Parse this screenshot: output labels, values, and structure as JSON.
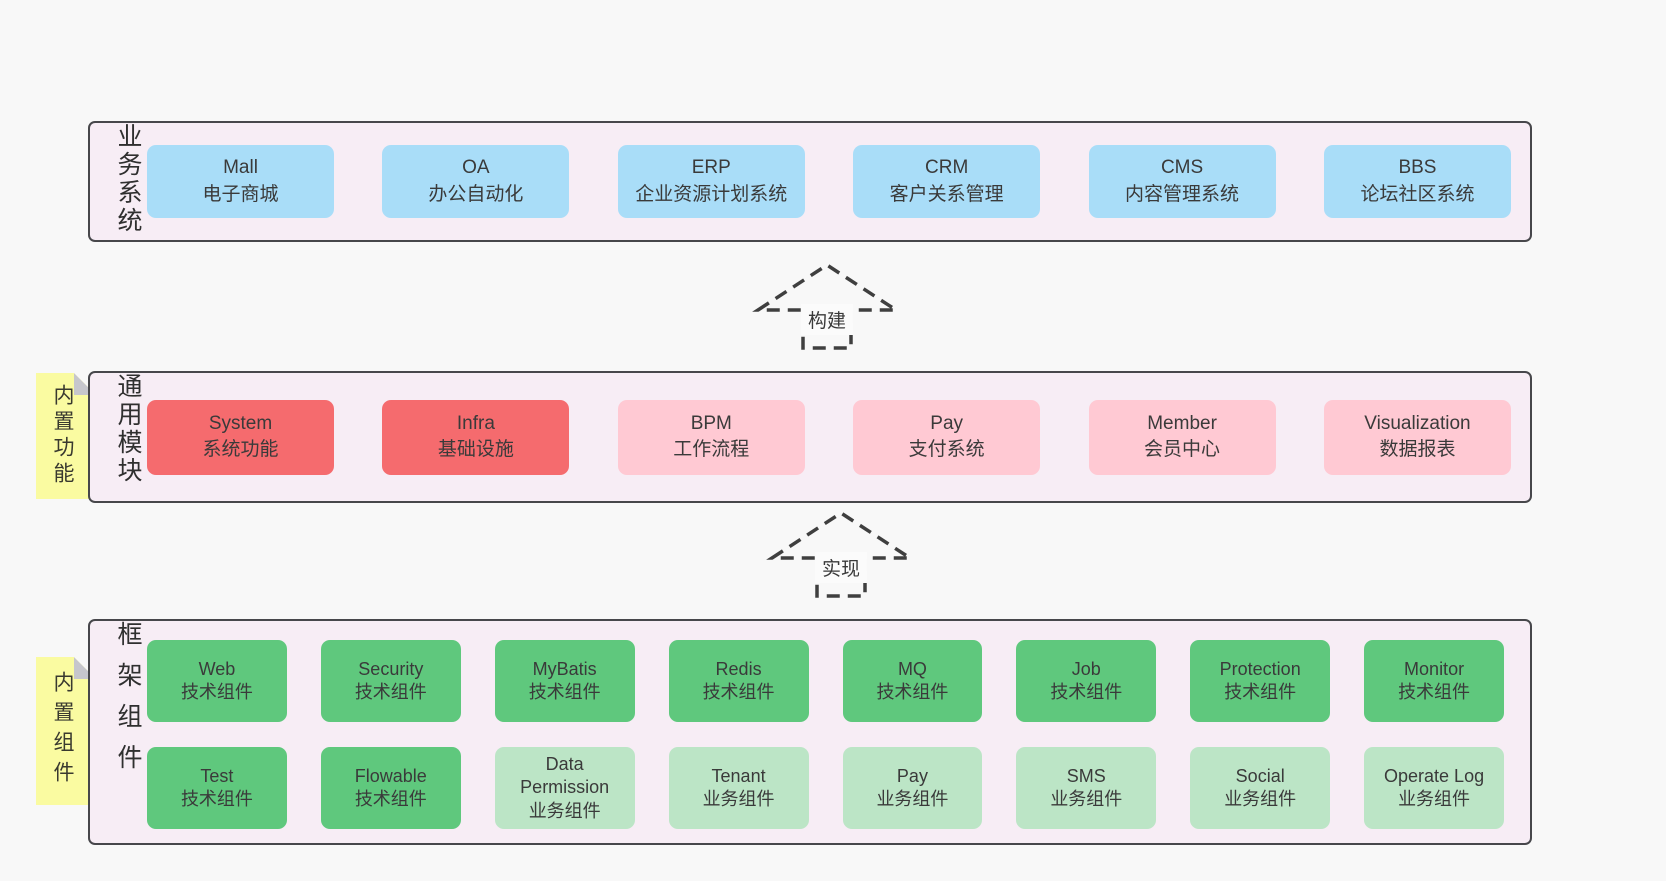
{
  "colors": {
    "page_bg": "#f8f8f8",
    "panel_bg": "#f7edf5",
    "panel_border": "#47474b",
    "tab_bg": "#fafba1",
    "blue": "#a9ddf8",
    "red": "#f56b6e",
    "pink": "#ffc9d3",
    "green": "#5fc87d",
    "lightgreen": "#bce5c6"
  },
  "sections": {
    "business": {
      "label": "业务系统",
      "boxes": [
        {
          "name": "Mall",
          "desc": "电子商城",
          "variant": "blue"
        },
        {
          "name": "OA",
          "desc": "办公自动化",
          "variant": "blue"
        },
        {
          "name": "ERP",
          "desc": "企业资源计划系统",
          "variant": "blue"
        },
        {
          "name": "CRM",
          "desc": "客户关系管理",
          "variant": "blue"
        },
        {
          "name": "CMS",
          "desc": "内容管理系统",
          "variant": "blue"
        },
        {
          "name": "BBS",
          "desc": "论坛社区系统",
          "variant": "blue"
        }
      ]
    },
    "common": {
      "label": "通用模块",
      "tab": "内置功能",
      "boxes": [
        {
          "name": "System",
          "desc": "系统功能",
          "variant": "red"
        },
        {
          "name": "Infra",
          "desc": "基础设施",
          "variant": "red"
        },
        {
          "name": "BPM",
          "desc": "工作流程",
          "variant": "pink"
        },
        {
          "name": "Pay",
          "desc": "支付系统",
          "variant": "pink"
        },
        {
          "name": "Member",
          "desc": "会员中心",
          "variant": "pink"
        },
        {
          "name": "Visualization",
          "desc": "数据报表",
          "variant": "pink"
        }
      ]
    },
    "framework": {
      "label": "框架组件",
      "tab": "内置组件",
      "row1": [
        {
          "name": "Web",
          "desc": "技术组件",
          "variant": "green"
        },
        {
          "name": "Security",
          "desc": "技术组件",
          "variant": "green"
        },
        {
          "name": "MyBatis",
          "desc": "技术组件",
          "variant": "green"
        },
        {
          "name": "Redis",
          "desc": "技术组件",
          "variant": "green"
        },
        {
          "name": "MQ",
          "desc": "技术组件",
          "variant": "green"
        },
        {
          "name": "Job",
          "desc": "技术组件",
          "variant": "green"
        },
        {
          "name": "Protection",
          "desc": "技术组件",
          "variant": "green"
        },
        {
          "name": "Monitor",
          "desc": "技术组件",
          "variant": "green"
        }
      ],
      "row2": [
        {
          "name": "Test",
          "desc": "技术组件",
          "variant": "green"
        },
        {
          "name": "Flowable",
          "desc": "技术组件",
          "variant": "green"
        },
        {
          "name": "Data Permission",
          "desc": "业务组件",
          "variant": "lightgreen"
        },
        {
          "name": "Tenant",
          "desc": "业务组件",
          "variant": "lightgreen"
        },
        {
          "name": "Pay",
          "desc": "业务组件",
          "variant": "lightgreen"
        },
        {
          "name": "SMS",
          "desc": "业务组件",
          "variant": "lightgreen"
        },
        {
          "name": "Social",
          "desc": "业务组件",
          "variant": "lightgreen"
        },
        {
          "name": "Operate Log",
          "desc": "业务组件",
          "variant": "lightgreen"
        }
      ]
    }
  },
  "arrows": [
    {
      "label": "构建"
    },
    {
      "label": "实现"
    }
  ]
}
